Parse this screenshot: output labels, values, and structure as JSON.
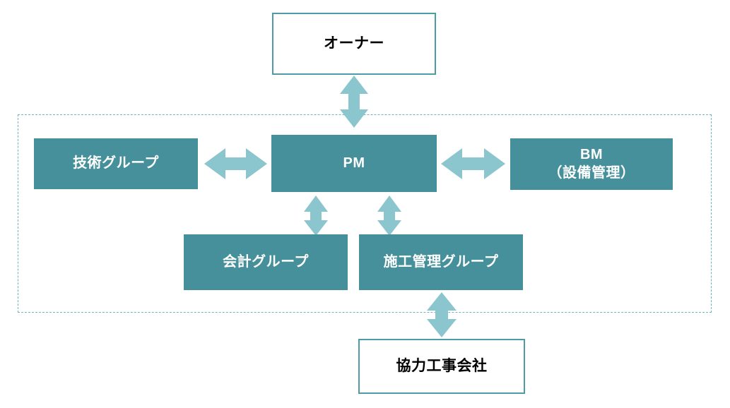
{
  "diagram": {
    "type": "organization-chart",
    "title": "",
    "colors": {
      "box_fill_teal": "#45909A",
      "box_border_teal": "#4E9BA5",
      "arrow_teal": "#8BC5CD",
      "boundary_dashed": "#6FB6C0",
      "background": "#FFFFFF",
      "filled_text": "#FFFFFF",
      "outlined_text": "#000000"
    },
    "nodes": {
      "owner": {
        "label": "オーナー",
        "style": "outlined"
      },
      "tech": {
        "label": "技術グループ",
        "style": "filled"
      },
      "pm": {
        "label": "PM",
        "style": "filled"
      },
      "bm": {
        "label": "BM\n（設備管理）",
        "style": "filled"
      },
      "accounting": {
        "label": "会計グループ",
        "style": "filled"
      },
      "construct": {
        "label": "施工管理グループ",
        "style": "filled"
      },
      "partner": {
        "label": "協力工事会社",
        "style": "outlined"
      }
    },
    "connections": [
      {
        "from": "owner",
        "to": "pm",
        "direction": "bidirectional",
        "orientation": "vertical"
      },
      {
        "from": "tech",
        "to": "pm",
        "direction": "bidirectional",
        "orientation": "horizontal"
      },
      {
        "from": "pm",
        "to": "bm",
        "direction": "bidirectional",
        "orientation": "horizontal"
      },
      {
        "from": "pm",
        "to": "accounting",
        "direction": "bidirectional",
        "orientation": "vertical"
      },
      {
        "from": "pm",
        "to": "construct",
        "direction": "bidirectional",
        "orientation": "vertical"
      },
      {
        "from": "construct",
        "to": "partner",
        "direction": "bidirectional",
        "orientation": "vertical"
      }
    ],
    "boundary": {
      "label": "",
      "style": "dashed"
    }
  }
}
